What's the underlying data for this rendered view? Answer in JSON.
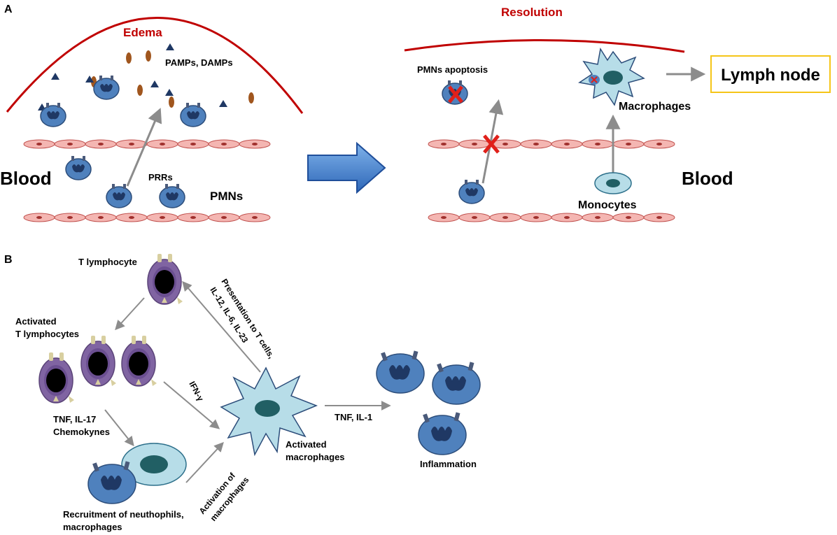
{
  "panel_a": {
    "letter": "A",
    "edema": "Edema",
    "resolution": "Resolution",
    "pamps": "PAMPs, DAMPs",
    "blood_left": "Blood",
    "prrs": "PRRs",
    "pmns": "PMNs",
    "apoptosis": "PMNs apoptosis",
    "macrophages": "Macrophages",
    "monocytes": "Monocytes",
    "blood_right": "Blood",
    "lymph_node": "Lymph node"
  },
  "panel_b": {
    "letter": "B",
    "t_lymphocyte": "T lymphocyte",
    "activated_t_1": "Activated",
    "activated_t_2": "T lymphocytes",
    "tnf_il17": "TNF, IL-17",
    "chemokynes": "Chemokynes",
    "recruit_1": "Recruitment of neuthophils,",
    "recruit_2": "macrophages",
    "ifn": "IFN-γ",
    "activation_1": "Activation of",
    "activation_2": "macrophages",
    "presentation_1": "Presentation to T cells,",
    "presentation_2": "IL-12, IL-6, IL-23",
    "act_mac_1": "Activated",
    "act_mac_2": "macrophages",
    "tnf_il1": "TNF, IL-1",
    "inflammation": "Inflammation"
  },
  "colors": {
    "red_text": "#c00000",
    "curve": "#c00000",
    "neutrophil": "#4f81bd",
    "nucleus": "#1f3864",
    "endothelium": "#f4b6b2",
    "macrophage": "#b7dde8",
    "macro_nucleus": "#215f64",
    "t_cell": "#8064a2",
    "arrow_grey": "#8c8c8c",
    "big_arrow": "#4a86d4",
    "lymph_border": "#f5c518"
  }
}
